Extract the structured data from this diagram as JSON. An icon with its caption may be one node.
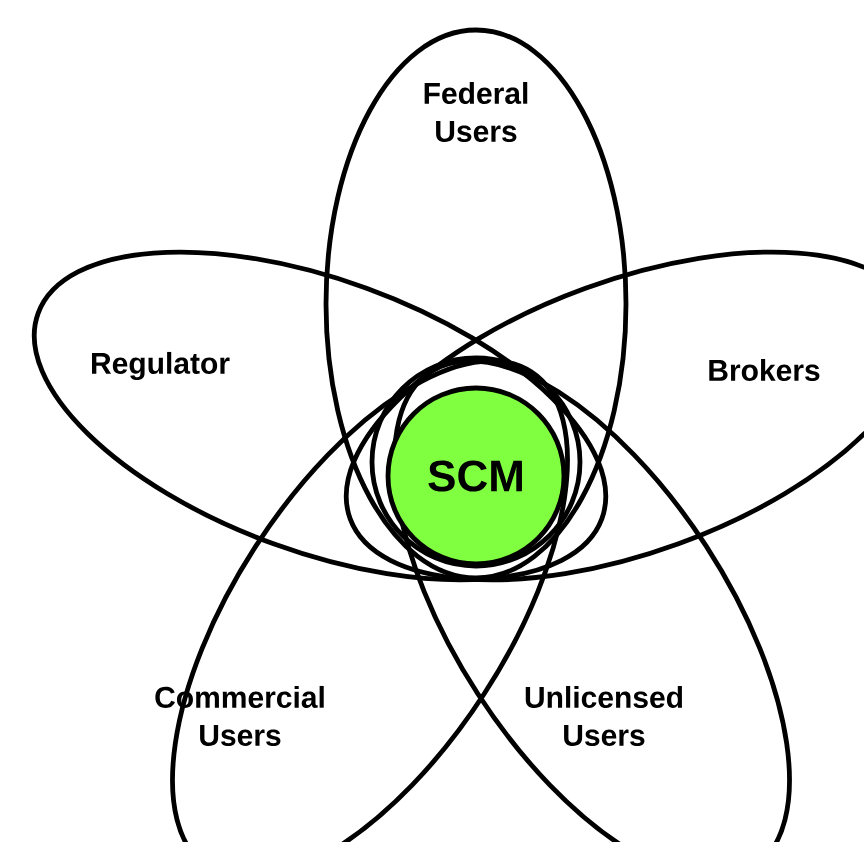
{
  "diagram": {
    "nodes": [
      {
        "text": [
          "Federal Users"
        ]
      },
      {
        "text": [
          "Regulator"
        ]
      },
      {
        "text": [
          "Brokers"
        ]
      },
      {
        "text": [],
        "shape": "circle"
      },
      {
        "text": [
          "SCM"
        ],
        "in": 3
      },
      {
        "text": [
          "Commercial Users"
        ]
      },
      {
        "text": [
          "Unlicensed Users"
        ]
      }
    ]
  }
}
